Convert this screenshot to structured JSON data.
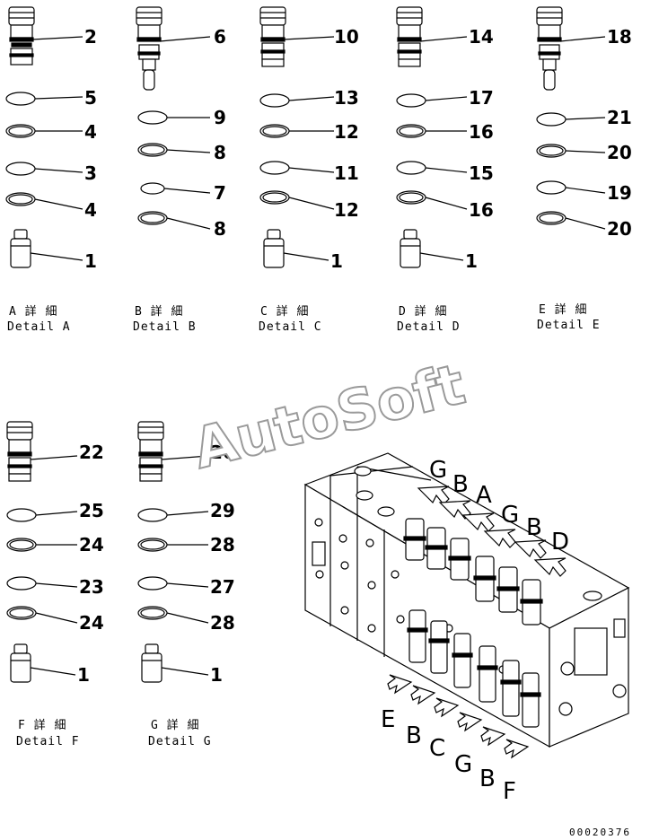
{
  "details": [
    {
      "id": "A",
      "caption_jp": "A 詳 細",
      "caption_en": "Detail A",
      "parts": [
        "2",
        "5",
        "4",
        "3",
        "4",
        "1"
      ]
    },
    {
      "id": "B",
      "caption_jp": "B 詳 細",
      "caption_en": "Detail B",
      "parts": [
        "6",
        "9",
        "8",
        "7",
        "8"
      ]
    },
    {
      "id": "C",
      "caption_jp": "C 詳 細",
      "caption_en": "Detail C",
      "parts": [
        "10",
        "13",
        "12",
        "11",
        "12",
        "1"
      ]
    },
    {
      "id": "D",
      "caption_jp": "D 詳 細",
      "caption_en": "Detail D",
      "parts": [
        "14",
        "17",
        "16",
        "15",
        "16",
        "1"
      ]
    },
    {
      "id": "E",
      "caption_jp": "E 詳 細",
      "caption_en": "Detail E",
      "parts": [
        "18",
        "21",
        "20",
        "19",
        "20"
      ]
    },
    {
      "id": "F",
      "caption_jp": "F 詳 細",
      "caption_en": "Detail F",
      "parts": [
        "22",
        "25",
        "24",
        "23",
        "24",
        "1"
      ]
    },
    {
      "id": "G",
      "caption_jp": "G 詳 細",
      "caption_en": "Detail G",
      "parts": [
        "26",
        "29",
        "28",
        "27",
        "28",
        "1"
      ]
    }
  ],
  "arrow_labels_top": [
    "G",
    "B",
    "A",
    "G",
    "B",
    "D"
  ],
  "arrow_labels_bottom": [
    "E",
    "B",
    "C",
    "G",
    "B",
    "F"
  ],
  "watermark": "AutoSoft",
  "drawing_code": "00020376"
}
